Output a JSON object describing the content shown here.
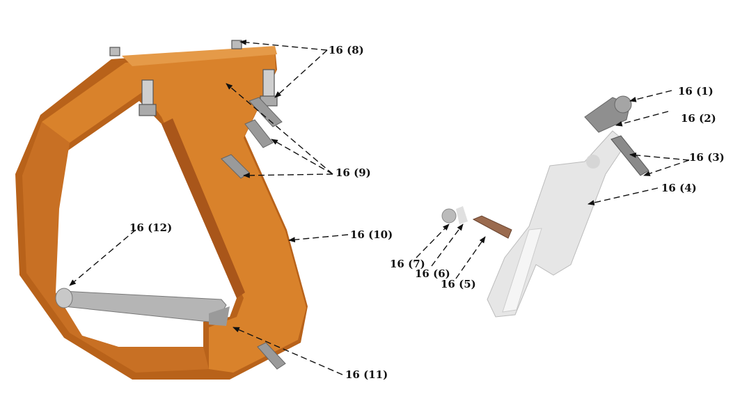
{
  "diagram": {
    "colors": {
      "handle": "#d9822b",
      "handle_dark": "#b8621a",
      "metal": "#a9a9a9",
      "plate": "#e6e6e6",
      "pin_brown": "#9a6a4e"
    },
    "labels": {
      "p1": "16 (1)",
      "p2": "16 (2)",
      "p3": "16 (3)",
      "p4": "16 (4)",
      "p5": "16 (5)",
      "p6": "16 (6)",
      "p7": "16 (7)",
      "p8": "16 (8)",
      "p9": "16 (9)",
      "p10": "16 (10)",
      "p11": "16 (11)",
      "p12": "16 (12)"
    }
  }
}
